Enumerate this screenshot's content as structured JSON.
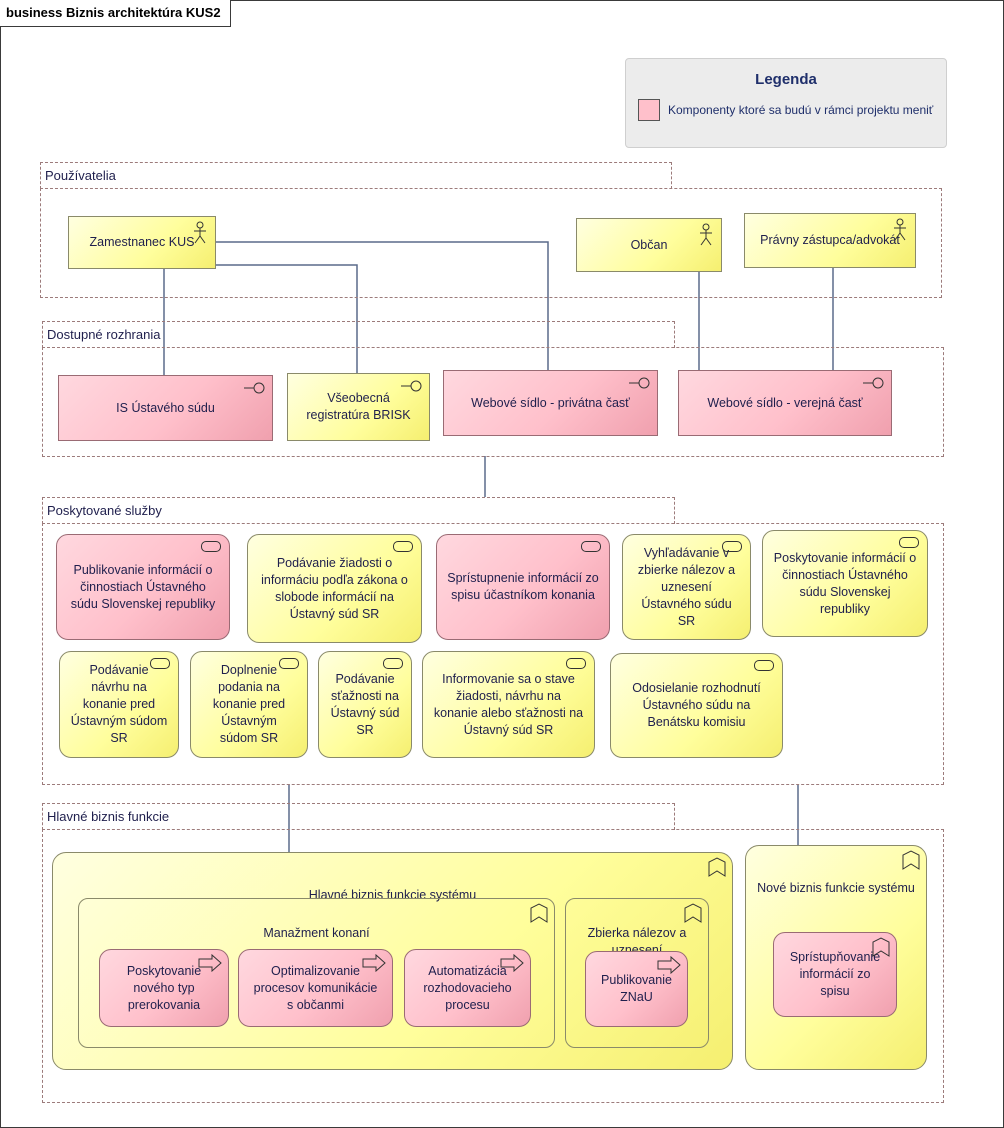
{
  "diagram": {
    "title": "business Biznis architektúra KUS2",
    "legend": {
      "title": "Legenda",
      "item_label": "Komponenty ktoré sa budú v rámci projektu meniť",
      "item_color": "#ffc0cb"
    },
    "groups": {
      "users": "Používatelia",
      "interfaces": "Dostupné rozhrania",
      "services": "Poskytované služby",
      "functions": "Hlavné biznis funkcie"
    },
    "actors": {
      "employee": "Zamestnanec KUS",
      "citizen": "Občan",
      "lawyer": "Právny zástupca/advokát"
    },
    "interfaces": {
      "is": "IS Ústavého súdu",
      "brisk": "Všeobecná registratúra BRISK",
      "web_private": "Webové sídlo - privátna časť",
      "web_public": "Webové sídlo - verejná časť"
    },
    "services": {
      "s1": "Publikovanie informácií o činnostiach Ústavného súdu Slovenskej republiky",
      "s2": "Podávanie žiadosti o informáciu podľa zákona o slobode informácií na Ústavný súd SR",
      "s3": "Sprístupnenie informácií zo spisu účastníkom konania",
      "s4": "Vyhľadávanie v zbierke nálezov a uznesení Ústavného súdu SR",
      "s5": "Poskytovanie informácií o činnostiach Ústavného súdu Slovenskej republiky",
      "s6": "Podávanie návrhu na konanie pred Ústavným súdom SR",
      "s7": "Doplnenie podania na konanie pred Ústavným súdom SR",
      "s8": "Podávanie sťažnosti na Ústavný súd SR",
      "s9": "Informovanie sa o stave žiadosti, návrhu na konanie alebo sťažnosti na Ústavný súd SR",
      "s10": "Odosielanie rozhodnutí Ústavného súdu na Benátsku komisiu"
    },
    "functions": {
      "main_system": "Hlavné biznis funkcie systému",
      "case_mgmt": "Manažment konaní",
      "f1": "Poskytovanie nového typ prerokovania",
      "f2": "Optimalizovanie procesov komunikácie s občanmi",
      "f3": "Automatizácia rozhodovacieho procesu",
      "collection": "Zbierka nálezov a uznesení",
      "f4": "Publikovanie ZNaU",
      "new_system": "Nové biznis funkcie systému",
      "f5": "Sprístupňovanie informácií zo spisu"
    },
    "colors": {
      "changed": "#ffc0cb",
      "unchanged": "#fffe9c",
      "connector": "#5a6a8a"
    }
  }
}
